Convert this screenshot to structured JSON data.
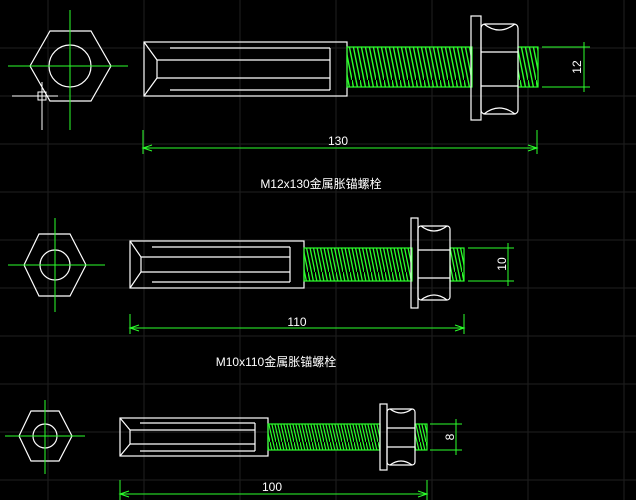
{
  "drawing": {
    "background": "#000000",
    "grid_color": "#1f1f1f",
    "line_color": "#ffffff",
    "thread_color": "#2bff2b",
    "dim_color": "#2bff2b",
    "centerline_color": "#2bff2b",
    "text_color": "#ffffff"
  },
  "bolts": [
    {
      "caption": "M12x130金属胀锚螺栓",
      "length_label": "130",
      "diameter_label": "12"
    },
    {
      "caption": "M10x110金属胀锚螺栓",
      "length_label": "110",
      "diameter_label": "10"
    },
    {
      "caption": "",
      "length_label": "100",
      "diameter_label": "8"
    }
  ]
}
